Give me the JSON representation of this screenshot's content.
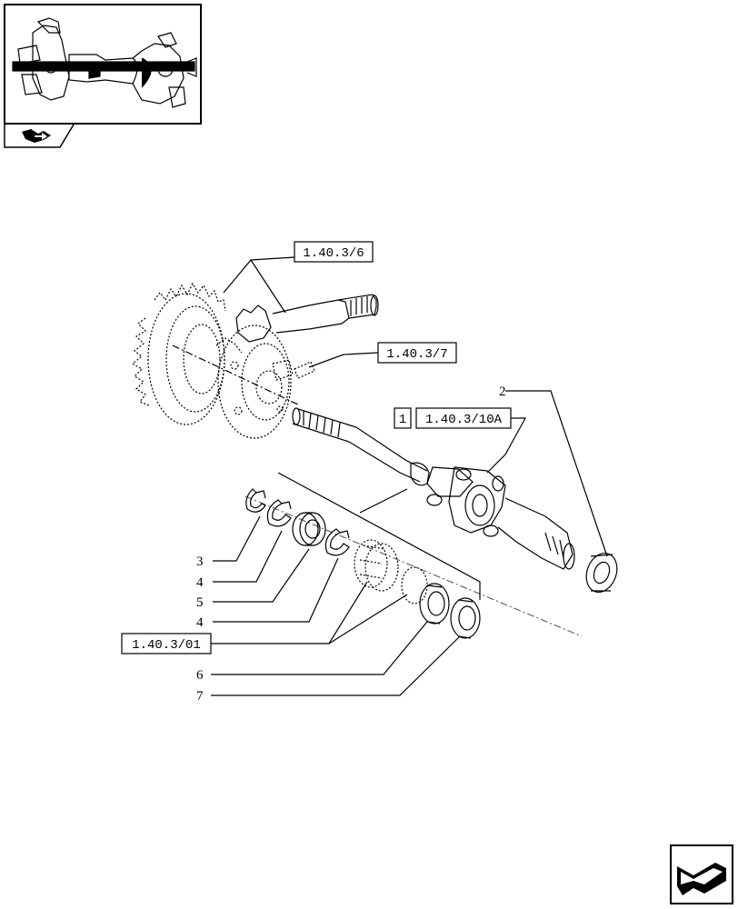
{
  "references": {
    "ref_top": "1.40.3/6",
    "ref_mid": "1.40.3/7",
    "ref_index": "1",
    "ref_right": "1.40.3/10A",
    "ref_left": "1.40.3/01"
  },
  "callouts": {
    "c2": "2",
    "c3": "3",
    "c4a": "4",
    "c5": "5",
    "c4b": "4",
    "c6": "6",
    "c7": "7"
  },
  "icons": {
    "thumbnail": "axle-assembly-thumbnail",
    "tab": "book-arrow-icon",
    "nav": "next-page-arrow-icon"
  }
}
